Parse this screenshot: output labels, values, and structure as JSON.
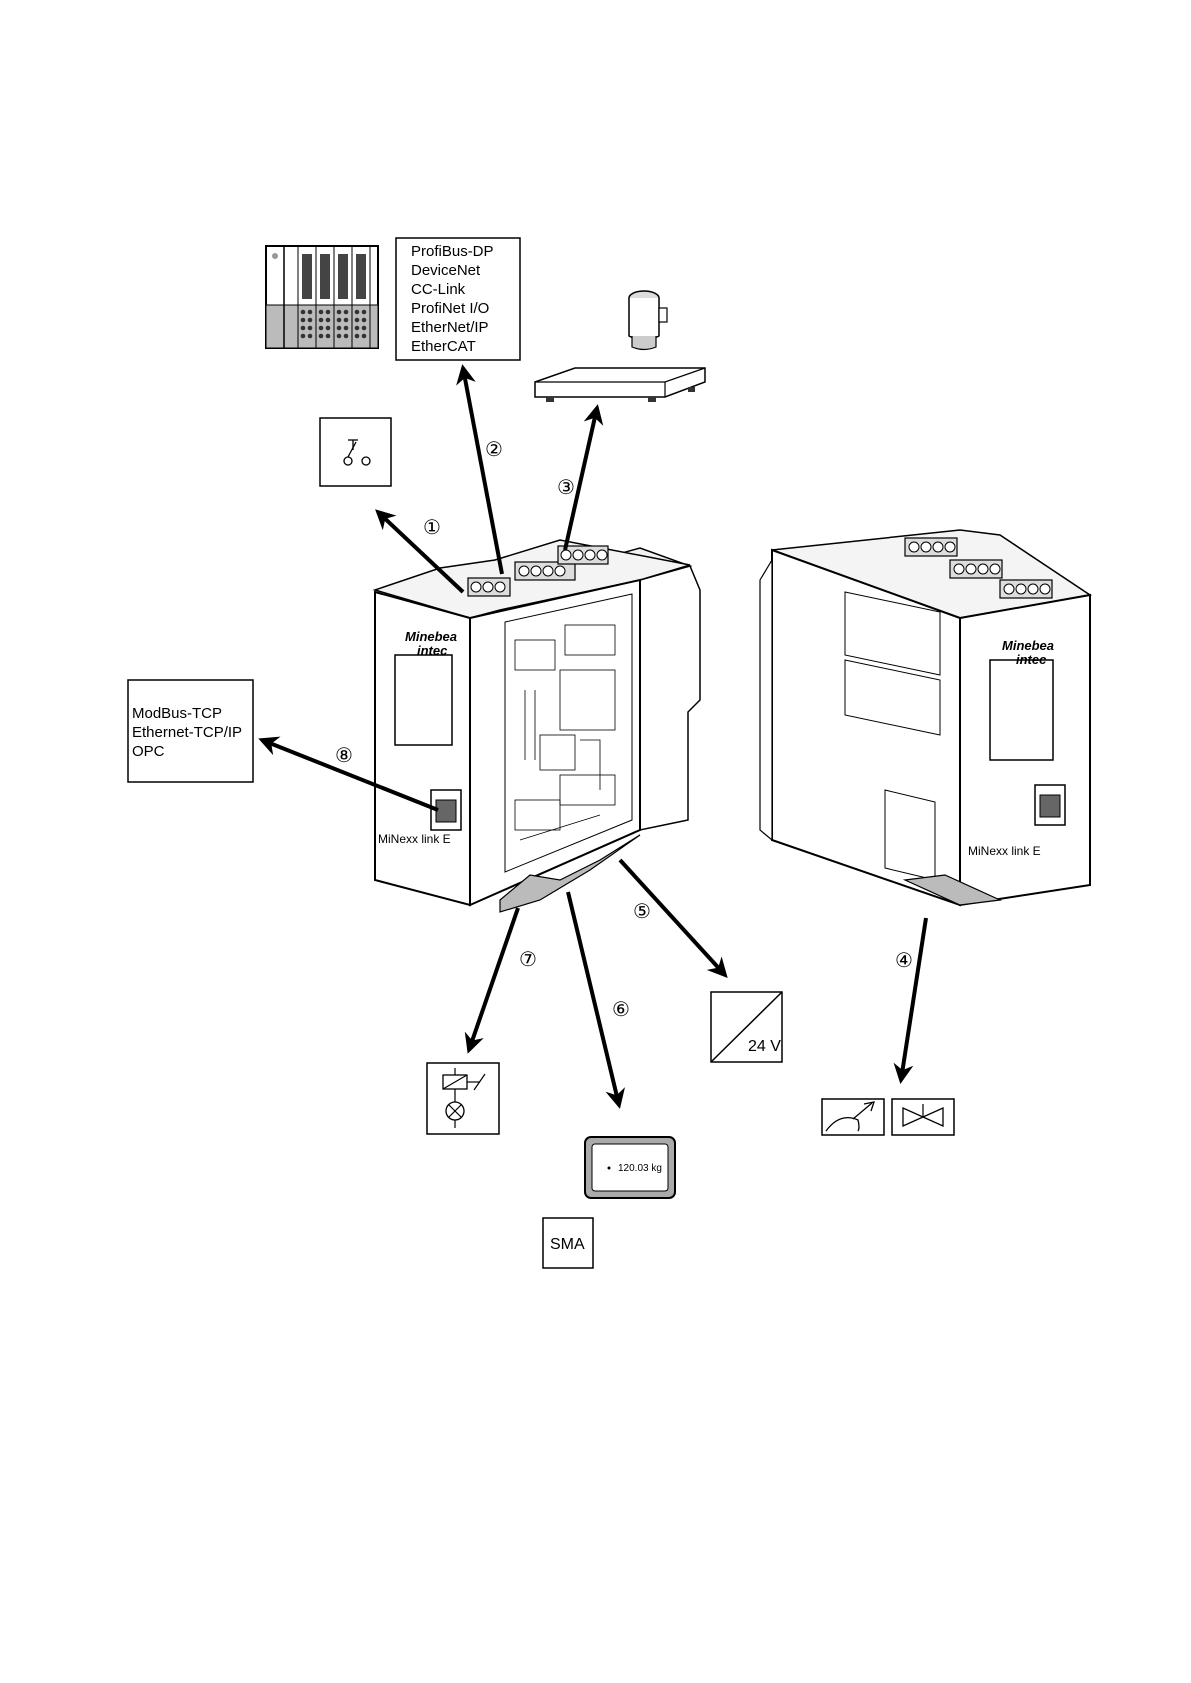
{
  "fieldbus_box": {
    "lines": [
      "ProfiBus-DP",
      "DeviceNet",
      "CC-Link",
      "ProfiNet I/O",
      "EtherNet/IP",
      "EtherCAT"
    ]
  },
  "ethernet_box": {
    "lines": [
      "ModBus-TCP",
      "Ethernet-TCP/IP",
      "OPC"
    ]
  },
  "power_box": {
    "label": "24 V"
  },
  "display_box": {
    "reading": "120.03 kg"
  },
  "sma_box": {
    "label": "SMA"
  },
  "callouts": {
    "c1": "①",
    "c2": "②",
    "c3": "③",
    "c4": "④",
    "c5": "⑤",
    "c6": "⑥",
    "c7": "⑦",
    "c8": "⑧"
  },
  "device": {
    "brand_line1": "Minebea",
    "brand_line2": "intec",
    "model": "MiNexx link E"
  }
}
